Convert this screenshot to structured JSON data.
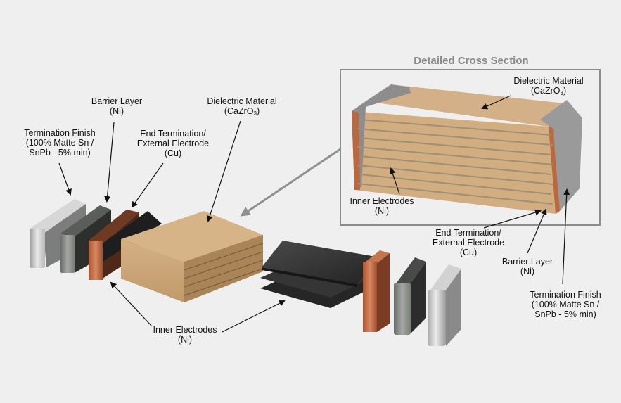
{
  "cross_section": {
    "title": "Detailed Cross Section",
    "labels": {
      "dielectric": [
        "Dielectric Material",
        "(CaZrO",
        "3",
        ")"
      ],
      "inner_electrodes": [
        "Inner Electrodes",
        "(Ni)"
      ],
      "end_termination": [
        "End Termination/",
        "External Electrode",
        "(Cu)"
      ],
      "barrier_layer": [
        "Barrier Layer",
        "(Ni)"
      ],
      "termination_finish": [
        "Termination Finish",
        "(100% Matte Sn /",
        "SnPb - 5% min)"
      ]
    }
  },
  "exploded_view": {
    "labels": {
      "termination_finish": [
        "Termination Finish",
        "(100% Matte Sn /",
        "SnPb - 5% min)"
      ],
      "barrier_layer": [
        "Barrier Layer",
        "(Ni)"
      ],
      "end_termination": [
        "End Termination/",
        "External Electrode",
        "(Cu)"
      ],
      "dielectric": [
        "Dielectric Material",
        "(CaZrO",
        "3",
        ")"
      ],
      "inner_electrodes": [
        "Inner Electrodes",
        "(Ni)"
      ]
    }
  },
  "colors": {
    "background": "#efefef",
    "dielectric": "#c8a475",
    "copper": "#b8643e",
    "nickel_dark": "#3a3a3a",
    "tin": "#c4c4c4",
    "electrode": "#2f2f2f"
  }
}
